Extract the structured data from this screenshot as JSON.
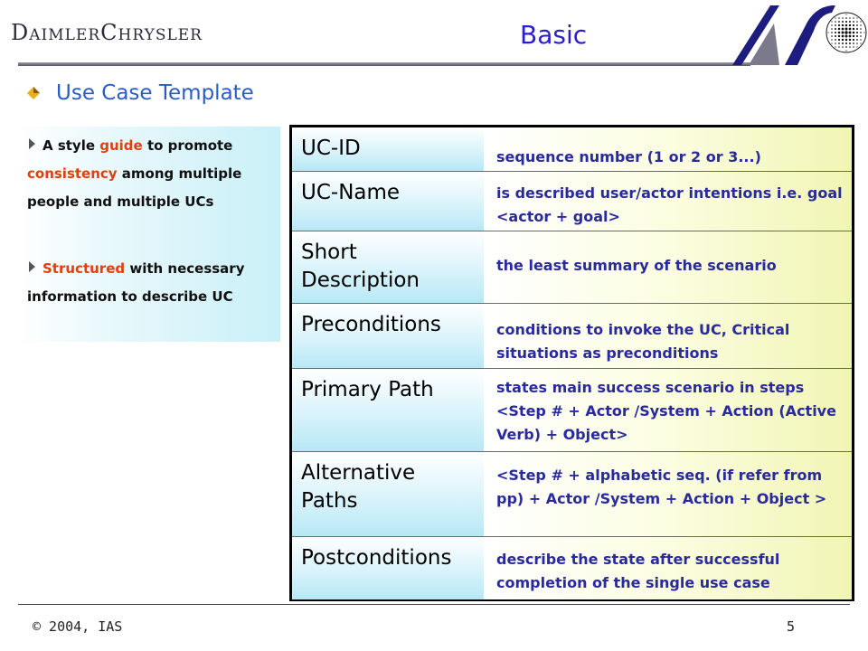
{
  "header": {
    "logo_text": "DaimlerChrysler",
    "title": "Basic",
    "ias_logo": "IAS"
  },
  "subtitle": "Use Case Template",
  "sidebar": {
    "items": [
      {
        "parts": [
          {
            "text": "A style ",
            "accent": false
          },
          {
            "text": "guide",
            "accent": true
          },
          {
            "text": " to promote ",
            "accent": false
          },
          {
            "text": "consistency",
            "accent": true
          },
          {
            "text": " among multiple people and multiple UCs",
            "accent": false
          }
        ]
      },
      {
        "parts": [
          {
            "text": "Structured",
            "accent": true
          },
          {
            "text": " with necessary information to describe UC",
            "accent": false
          }
        ]
      }
    ]
  },
  "table": {
    "rows": [
      {
        "label": "UC-ID",
        "value": "sequence number (1 or 2 or 3...)"
      },
      {
        "label": "UC-Name",
        "value": "is described user/actor intentions i.e. goal <actor + goal>"
      },
      {
        "label": "Short Description",
        "value": "the least summary of the scenario"
      },
      {
        "label": "Preconditions",
        "value": "conditions to invoke the UC, Critical situations as preconditions"
      },
      {
        "label": "Primary Path",
        "value": "states main success scenario in steps <Step # + Actor /System + Action (Active Verb) + Object>"
      },
      {
        "label": "Alternative Paths",
        "value": "<Step # + alphabetic seq. (if refer from pp) + Actor /System + Action + Object >"
      },
      {
        "label": "Postconditions",
        "value": "describe the state after successful completion of the single use case"
      }
    ]
  },
  "footer": {
    "copyright": "© 2004, IAS",
    "page": "5"
  },
  "colors": {
    "title": "#2a1ec8",
    "subtitle": "#2a5cc8",
    "accent": "#e0400c",
    "value_text": "#2a2aa0"
  }
}
